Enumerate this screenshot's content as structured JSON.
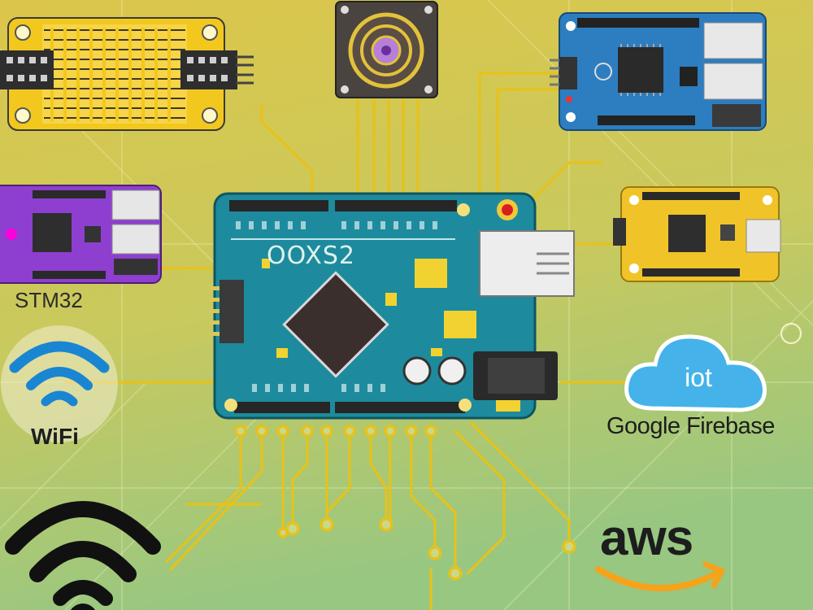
{
  "labels": {
    "board_logo": "OOXS2",
    "stm": "STM32",
    "wifi": "WiFi",
    "cloud": "iot",
    "firebase": "Google Firebase",
    "aws": "aws"
  },
  "colors": {
    "background_top": "#d8c44a",
    "background_bottom": "#9cc880",
    "trace": "#e6c21c",
    "main_board": "#1d8b9d",
    "yellow_board": "#f2c81e",
    "purple_board": "#8e3fcf",
    "blue_board": "#2d7dc1",
    "wifi_blue": "#1a86d2",
    "cloud_blue": "#45b3ea",
    "aws_smile": "#f5a31a"
  },
  "icons": [
    "wifi-icon",
    "wifi-icon-dark",
    "cloud-icon",
    "aws-smile-icon",
    "sensor-module-icon",
    "microchip-icon",
    "usb-port-icon"
  ]
}
